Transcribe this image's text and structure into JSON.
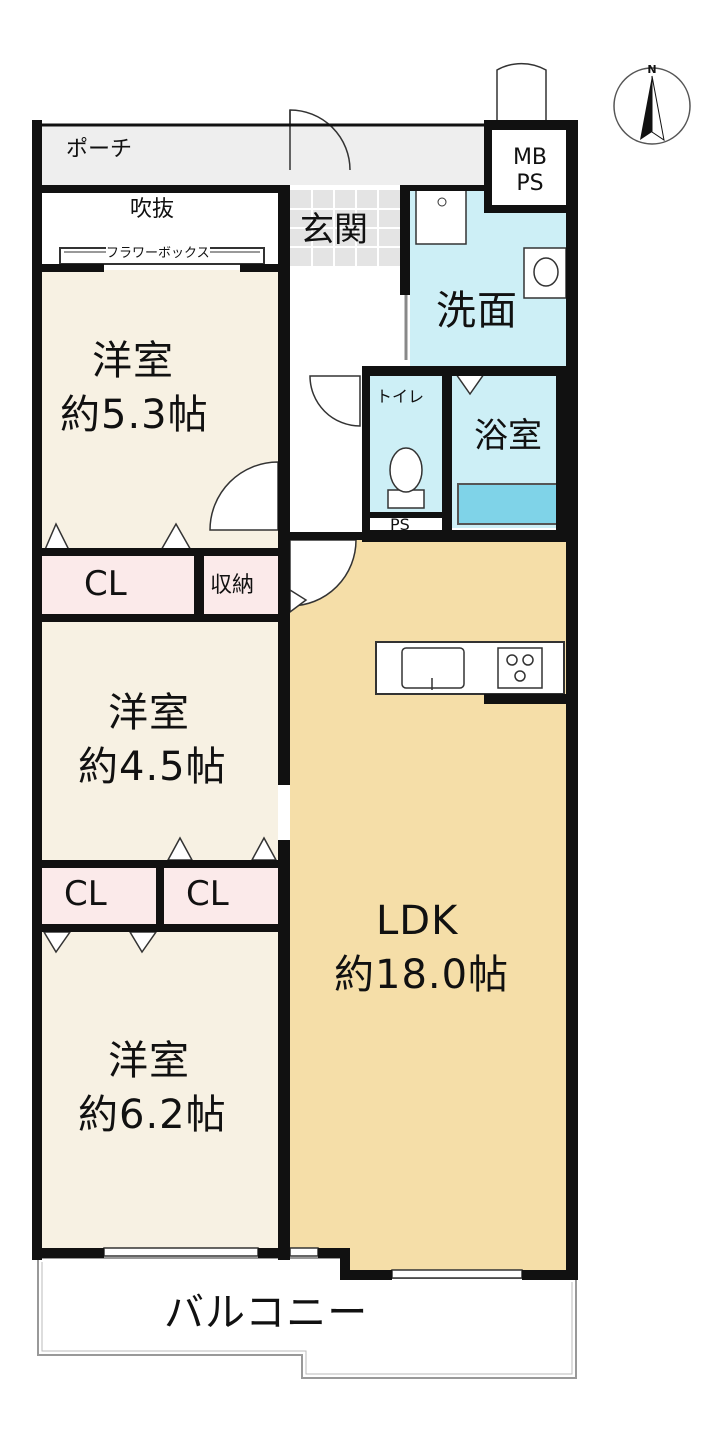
{
  "colors": {
    "wall": "#111111",
    "bedroom_floor": "#f7f1e3",
    "ldk_floor": "#f5dea8",
    "wash_floor": "#cdeff6",
    "closet_floor": "#fbeaea",
    "porch_floor": "#eeeeee",
    "bath_tub": "#7fd3e8"
  },
  "icons": {
    "compass": "north-arrow-icon"
  },
  "compass": {
    "label": "N"
  },
  "rooms": {
    "porch": "ポーチ",
    "mb_ps_1": "MB",
    "mb_ps_2": "PS",
    "fukinuke": "吹抜",
    "flower_box": "フラワーボックス",
    "genkan": "玄関",
    "senmen": "洗面",
    "toilet": "トイレ",
    "yokushitsu": "浴室",
    "ps": "PS",
    "shuno": "収納",
    "bed1_name": "洋室",
    "bed1_size": "約5.3帖",
    "bed2_name": "洋室",
    "bed2_size": "約4.5帖",
    "bed3_name": "洋室",
    "bed3_size": "約6.2帖",
    "cl1": "CL",
    "cl2": "CL",
    "cl3": "CL",
    "ldk_name": "LDK",
    "ldk_size": "約18.0帖",
    "balcony": "バルコニー"
  }
}
